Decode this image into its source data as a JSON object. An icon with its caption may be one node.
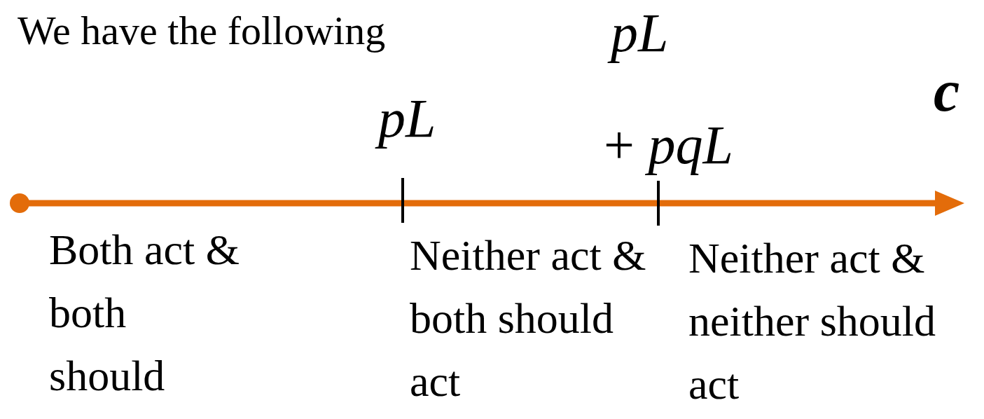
{
  "diagram": {
    "title": "We have the following",
    "labels": [
      "pL",
      "c",
      "pL",
      "+ *pqL*",
      "Both act & both should",
      "Neither act & both should act",
      "Neither act & neither should act"
    ]
  }
}
